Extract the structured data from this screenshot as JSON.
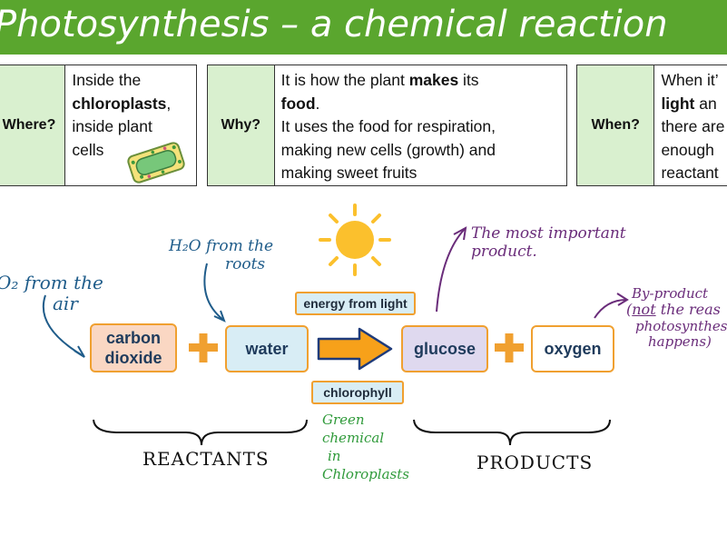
{
  "title": "Photosynthesis – a chemical reaction",
  "info": {
    "where": {
      "label": "Where?",
      "line1": "Inside the",
      "line2_bold": "chloroplasts",
      "line2_rest": ",",
      "line3": "inside plant",
      "line4": "cells"
    },
    "why": {
      "label": "Why?",
      "line1_pre": "It is how the plant ",
      "line1_bold": "makes",
      "line1_post": " its",
      "line2_bold": "food",
      "line2_post": ".",
      "line3": "It uses the food for respiration,",
      "line4": "making new cells (growth) and",
      "line5": "making sweet fruits"
    },
    "when": {
      "label": "When?",
      "line1": "When it’",
      "line2_bold": "light",
      "line2_rest": " an",
      "line3": "there are",
      "line4": "enough",
      "line5": "reactant"
    }
  },
  "equation": {
    "carbon_dioxide_1": "carbon",
    "carbon_dioxide_2": "dioxide",
    "plus": "+",
    "water": "water",
    "glucose": "glucose",
    "oxygen": "oxygen",
    "energy": "energy from light",
    "chlorophyll": "chlorophyll"
  },
  "annotations": {
    "co2_from_1": "O₂ from the",
    "co2_from_2": "air",
    "h2o_1": "H₂O from the",
    "h2o_2": "roots",
    "important_1": "The most important",
    "important_2": "product.",
    "byproduct_1": "By-product",
    "byproduct_2_not": "not",
    "byproduct_2_pre": "(",
    "byproduct_2_rest": " the reas",
    "byproduct_3": "photosynthes",
    "byproduct_4": "happens)",
    "green_1": "Green",
    "green_2": "chemical",
    "green_3": "in",
    "green_4": "Chloroplasts",
    "reactants": "REACTANTS",
    "products": "PRODUCTS"
  },
  "colors": {
    "title_bg": "#5aa62e",
    "label_bg": "#d9f0cf",
    "box_border": "#f0a030",
    "co2_fill": "#fad7c3",
    "water_fill": "#d8edf5",
    "glucose_fill": "#dfd9ef",
    "oxygen_fill": "#ffffff",
    "annot_blue": "#1f5c8a",
    "annot_purple": "#6a2c7a",
    "annot_green": "#2f9a3a"
  }
}
